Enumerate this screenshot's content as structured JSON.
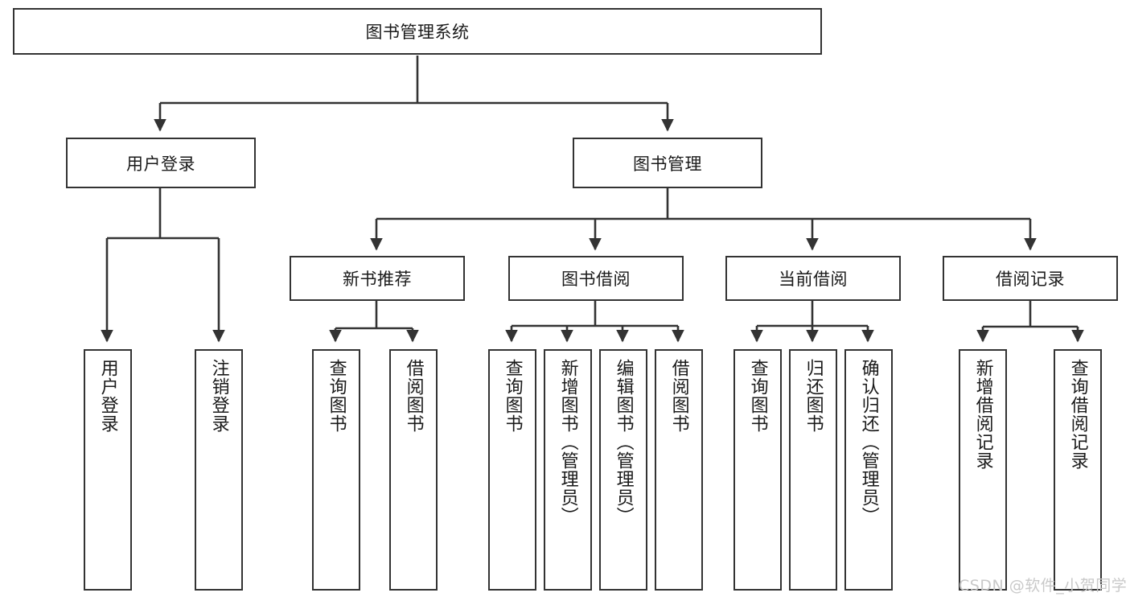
{
  "diagram": {
    "title": "图书管理系统",
    "type": "tree-hierarchy-diagram",
    "root": {
      "label": "图书管理系统"
    },
    "level1": [
      {
        "label": "用户登录"
      },
      {
        "label": "图书管理"
      }
    ],
    "level2": [
      {
        "label": "新书推荐",
        "parent": "图书管理"
      },
      {
        "label": "图书借阅",
        "parent": "图书管理"
      },
      {
        "label": "当前借阅",
        "parent": "图书管理"
      },
      {
        "label": "借阅记录",
        "parent": "图书管理"
      }
    ],
    "leaves": {
      "user_login": [
        {
          "label": "用户登录"
        },
        {
          "label": "注销登录"
        }
      ],
      "new_book_recommend": [
        {
          "label": "查询图书"
        },
        {
          "label": "借阅图书"
        }
      ],
      "book_borrow": [
        {
          "label": "查询图书"
        },
        {
          "label": "新增图书（管理员）"
        },
        {
          "label": "编辑图书（管理员）"
        },
        {
          "label": "借阅图书"
        }
      ],
      "current_borrow": [
        {
          "label": "查询图书"
        },
        {
          "label": "归还图书"
        },
        {
          "label": "确认归还（管理员）"
        }
      ],
      "borrow_record": [
        {
          "label": "新增借阅记录"
        },
        {
          "label": "查询借阅记录"
        }
      ]
    }
  },
  "watermark": {
    "text": "CSDN @软件_小贺同学",
    "color": "#c9c9c9"
  },
  "style": {
    "box_border_color": "#333333",
    "box_fill": "#ffffff",
    "connector_color": "#333333",
    "text_color": "#1a1a1a",
    "background": "#ffffff"
  }
}
